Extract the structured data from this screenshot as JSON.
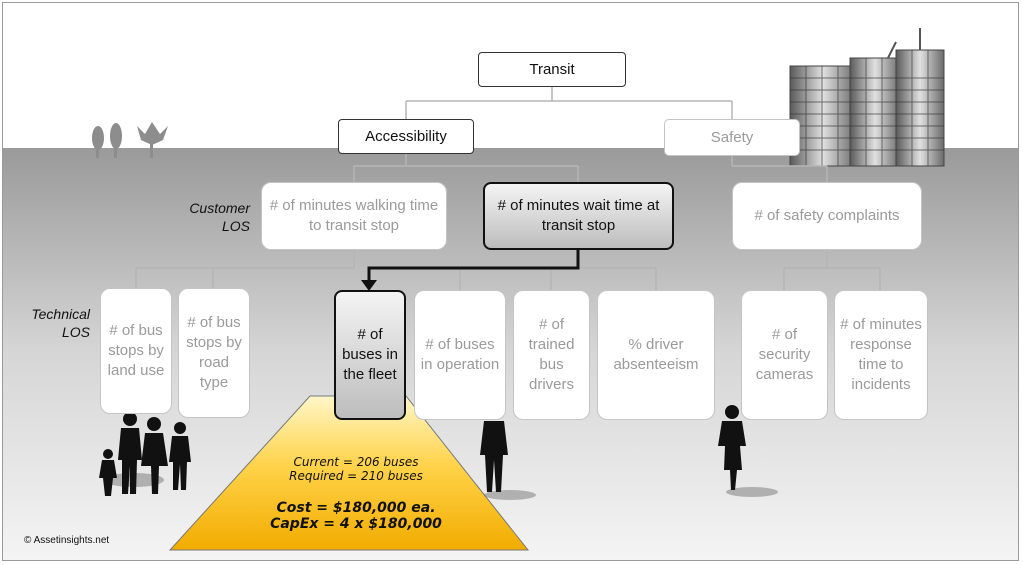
{
  "colors": {
    "accent_yellow": "#f5b800",
    "selected_border": "#111111",
    "faded_text": "#9a9a9a"
  },
  "top": {
    "label": "Transit"
  },
  "categories": [
    {
      "label": "Accessibility",
      "active": true
    },
    {
      "label": "Safety",
      "active": false
    }
  ],
  "levels": {
    "customer": "Customer\nLOS",
    "technical": "Technical\nLOS"
  },
  "customer_los": [
    {
      "label": "# of minutes walking time to transit stop",
      "state": "faded"
    },
    {
      "label": "# of minutes wait time at transit stop",
      "state": "selected"
    },
    {
      "label": "# of safety complaints",
      "state": "faded"
    }
  ],
  "technical_los": [
    {
      "label": "# of bus stops by land use",
      "state": "faded"
    },
    {
      "label": "# of bus stops by road type",
      "state": "faded"
    },
    {
      "label": "# of buses in the fleet",
      "state": "selected"
    },
    {
      "label": "# of buses in operation",
      "state": "faded"
    },
    {
      "label": "# of trained bus drivers",
      "state": "faded"
    },
    {
      "label": "% driver absenteeism",
      "state": "faded"
    },
    {
      "label": "# of security cameras",
      "state": "faded"
    },
    {
      "label": "# of minutes response time to incidents",
      "state": "faded"
    }
  ],
  "callout": {
    "current": "Current = 206 buses",
    "required": "Required = 210 buses",
    "cost": "Cost = $180,000 ea.",
    "capex": "CapEx = 4 x $180,000"
  },
  "copyright": "© Assetinsights.net"
}
